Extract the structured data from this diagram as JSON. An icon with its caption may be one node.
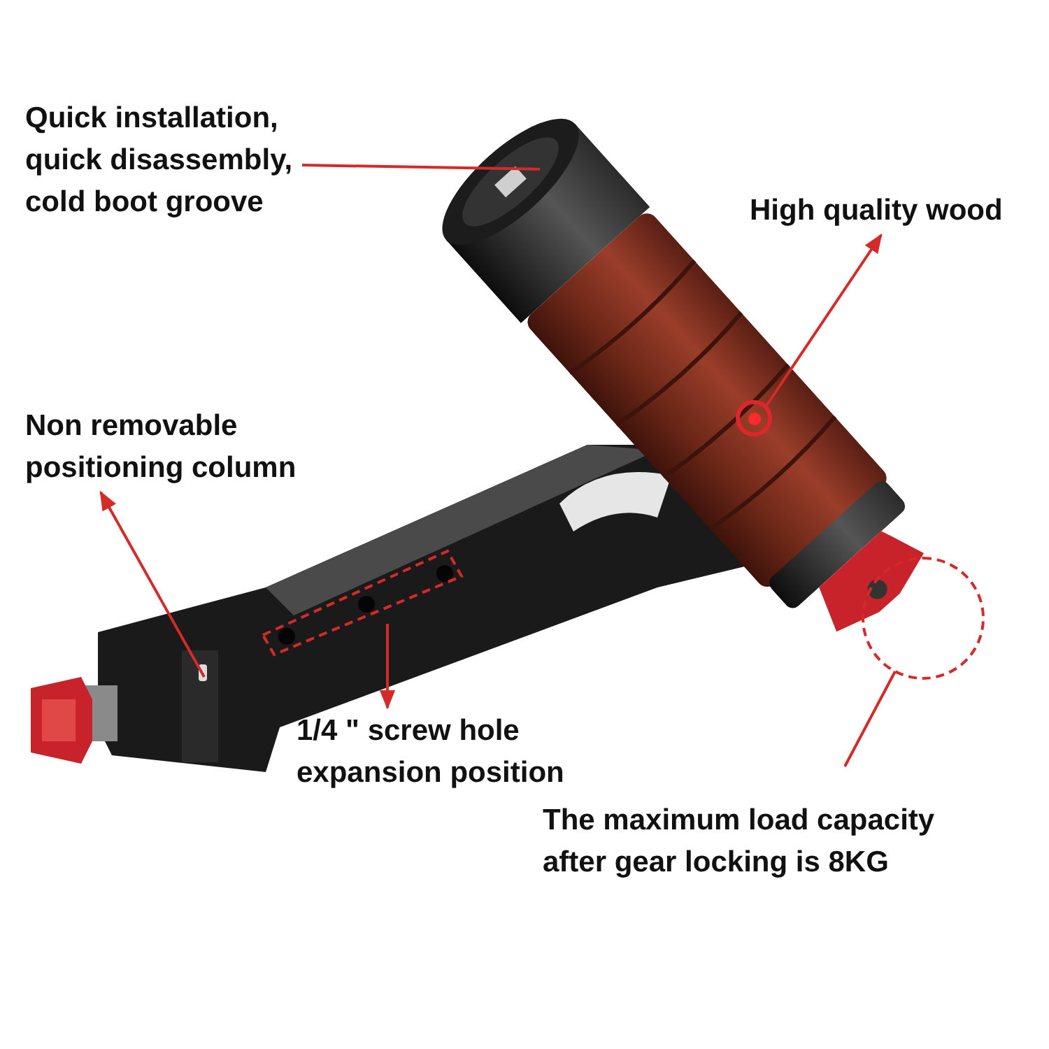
{
  "diagram": {
    "nodes": [
      {
        "text": [
          "Quick installation, quick disassembly, cold boot groove"
        ]
      },
      {
        "text": [
          "High quality wood"
        ]
      },
      {
        "text": [],
        "shape": "circle"
      },
      {
        "text": [
          "Non removable positioning column"
        ]
      },
      {
        "text": [],
        "shape": "box"
      },
      {
        "text": [],
        "shape": "circle"
      },
      {
        "text": [
          "1/4 \" screw hole expansion position"
        ]
      },
      {
        "text": [
          "The maximum load capacity after gear locking is 8KG"
        ]
      }
    ],
    "edges": [
      {
        "from": 0,
        "to": null,
        "arrow": "none"
      },
      {
        "from": 2,
        "to": 1,
        "arrow": "to"
      },
      {
        "from": null,
        "to": 3,
        "arrow": "to"
      },
      {
        "from": 4,
        "to": 6,
        "arrow": "to"
      },
      {
        "from": 5,
        "to": 7,
        "arrow": "none"
      }
    ]
  }
}
